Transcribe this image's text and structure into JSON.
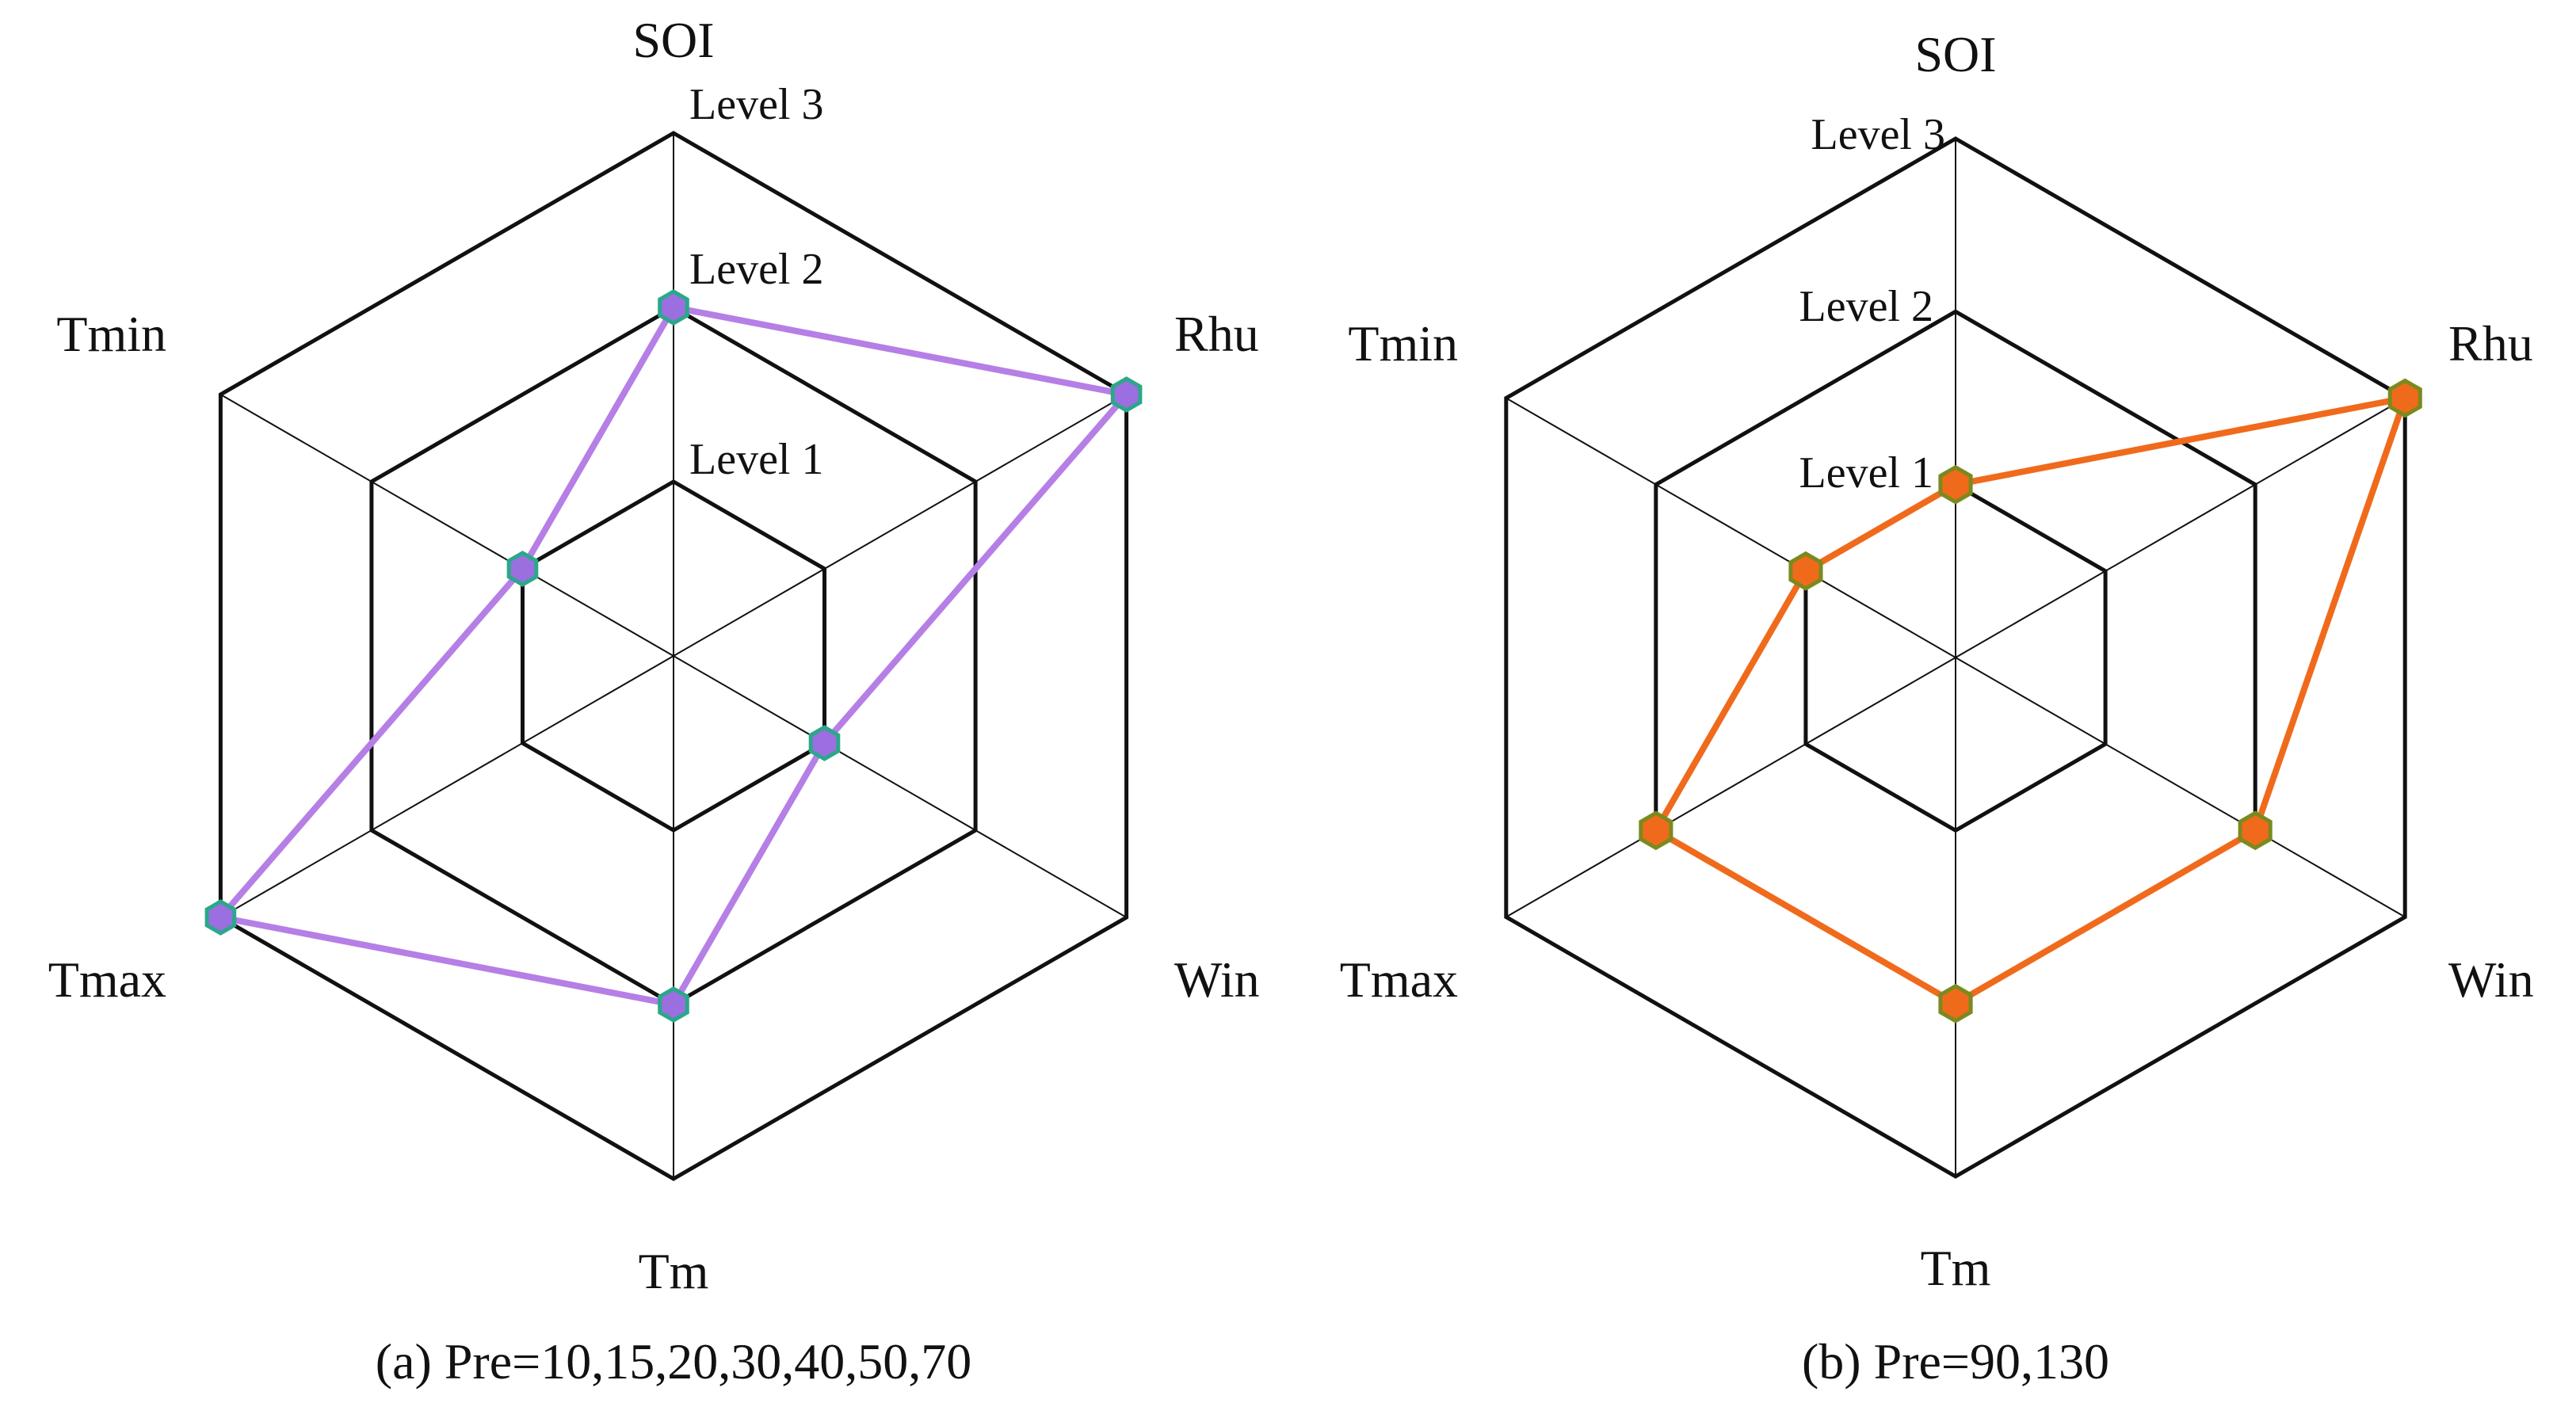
{
  "colors": {
    "panel_a_line": "#b57fe6",
    "panel_a_marker": "#9b6fe0",
    "panel_a_marker_edge": "#2aa889",
    "panel_b_line": "#f06a1c",
    "panel_b_marker": "#f06a1c",
    "panel_b_marker_edge": "#7a8a1e",
    "grid": "#111111"
  },
  "chart_data": [
    {
      "type": "radar",
      "caption": "(a) Pre=10,15,20,30,40,50,70",
      "axes": [
        "SOI",
        "Rhu",
        "Win",
        "Tm",
        "Tmax",
        "Tmin"
      ],
      "levels": [
        "Level 1",
        "Level 2",
        "Level 3"
      ],
      "range": [
        0,
        3
      ],
      "series": [
        {
          "values": [
            2,
            3,
            1,
            2,
            3,
            1
          ]
        }
      ]
    },
    {
      "type": "radar",
      "caption": "(b) Pre=90,130",
      "axes": [
        "SOI",
        "Rhu",
        "Win",
        "Tm",
        "Tmax",
        "Tmin"
      ],
      "levels": [
        "Level 1",
        "Level 2",
        "Level 3"
      ],
      "range": [
        0,
        3
      ],
      "series": [
        {
          "values": [
            1,
            3,
            2,
            2,
            2,
            1
          ]
        }
      ]
    }
  ]
}
